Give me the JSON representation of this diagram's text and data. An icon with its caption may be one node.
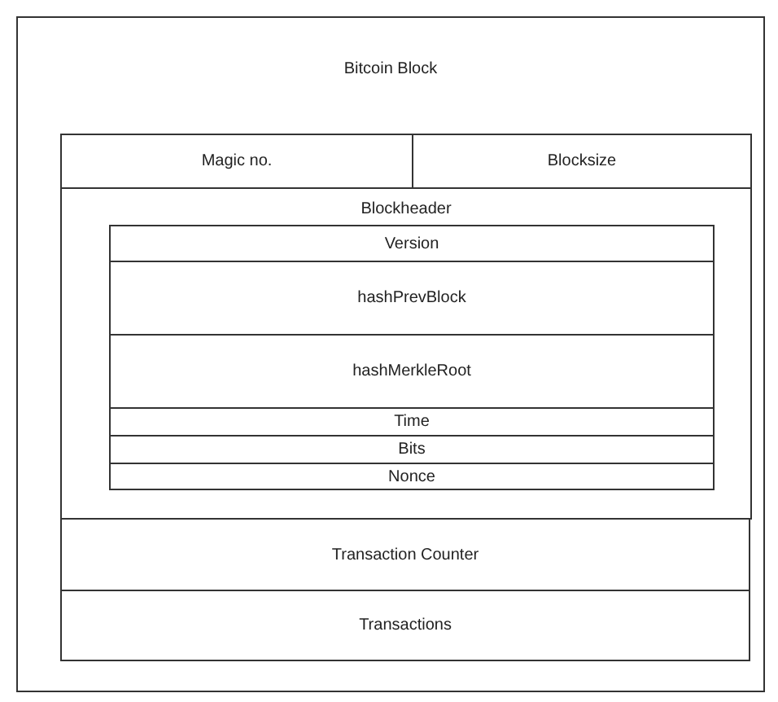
{
  "diagram": {
    "nodes": [
      {
        "text": [
          "Bitcoin Block"
        ]
      },
      {
        "text": [
          "Magic no."
        ],
        "in": 0
      },
      {
        "text": [
          "Blocksize"
        ],
        "in": 0
      },
      {
        "text": [
          "Blockheader"
        ],
        "in": 0
      },
      {
        "text": [
          "Version"
        ],
        "in": 3
      },
      {
        "text": [
          "hashPrevBlock"
        ],
        "in": 3
      },
      {
        "text": [
          "hashMerkleRoot"
        ],
        "in": 3
      },
      {
        "text": [
          "Time"
        ],
        "in": 3
      },
      {
        "text": [
          "Bits"
        ],
        "in": 3
      },
      {
        "text": [
          "Nonce"
        ],
        "in": 3
      },
      {
        "text": [
          "Transaction Counter"
        ],
        "in": 0
      },
      {
        "text": [
          "Transactions"
        ],
        "in": 0
      }
    ]
  }
}
